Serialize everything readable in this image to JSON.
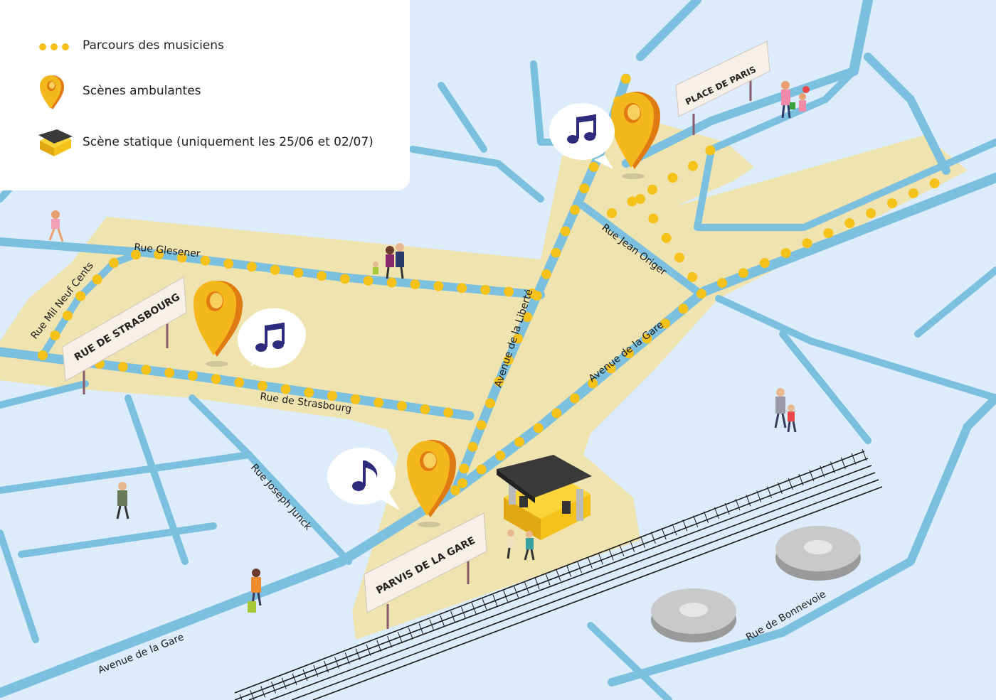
{
  "legend": {
    "items": [
      {
        "label": "Parcours des musiciens",
        "icon": "dotted-route-icon"
      },
      {
        "label": "Scènes ambulantes",
        "icon": "map-pin-icon"
      },
      {
        "label": "Scène statique (uniquement les 25/06 et 02/07)",
        "icon": "stage-icon"
      }
    ]
  },
  "streets": {
    "glesener": "Rue Glesener",
    "mil_neuf_cents": "Rue Mil Neuf Cents",
    "strasbourg": "Rue de Strasbourg",
    "joseph_junck": "Rue Joseph Junck",
    "liberte": "Avenue de la Liberté",
    "jean_origer": "Rue Jean Origer",
    "gare_upper": "Avenue de la Gare",
    "gare_lower": "Avenue de la Gare",
    "bonnevoie": "Rue de Bonnevoie"
  },
  "signs": {
    "strasbourg": "RUE DE STRASBOURG",
    "place_paris": "PLACE DE PARIS",
    "parvis": "PARVIS DE LA GARE"
  },
  "colors": {
    "water_bg": "#dcecfa",
    "road": "#7cc0e0",
    "zone": "#efe3b0",
    "route_dot": "#f5c21a",
    "pin": "#f5b81c",
    "pin_shadow": "#e07a12",
    "note": "#2e2a7c"
  }
}
